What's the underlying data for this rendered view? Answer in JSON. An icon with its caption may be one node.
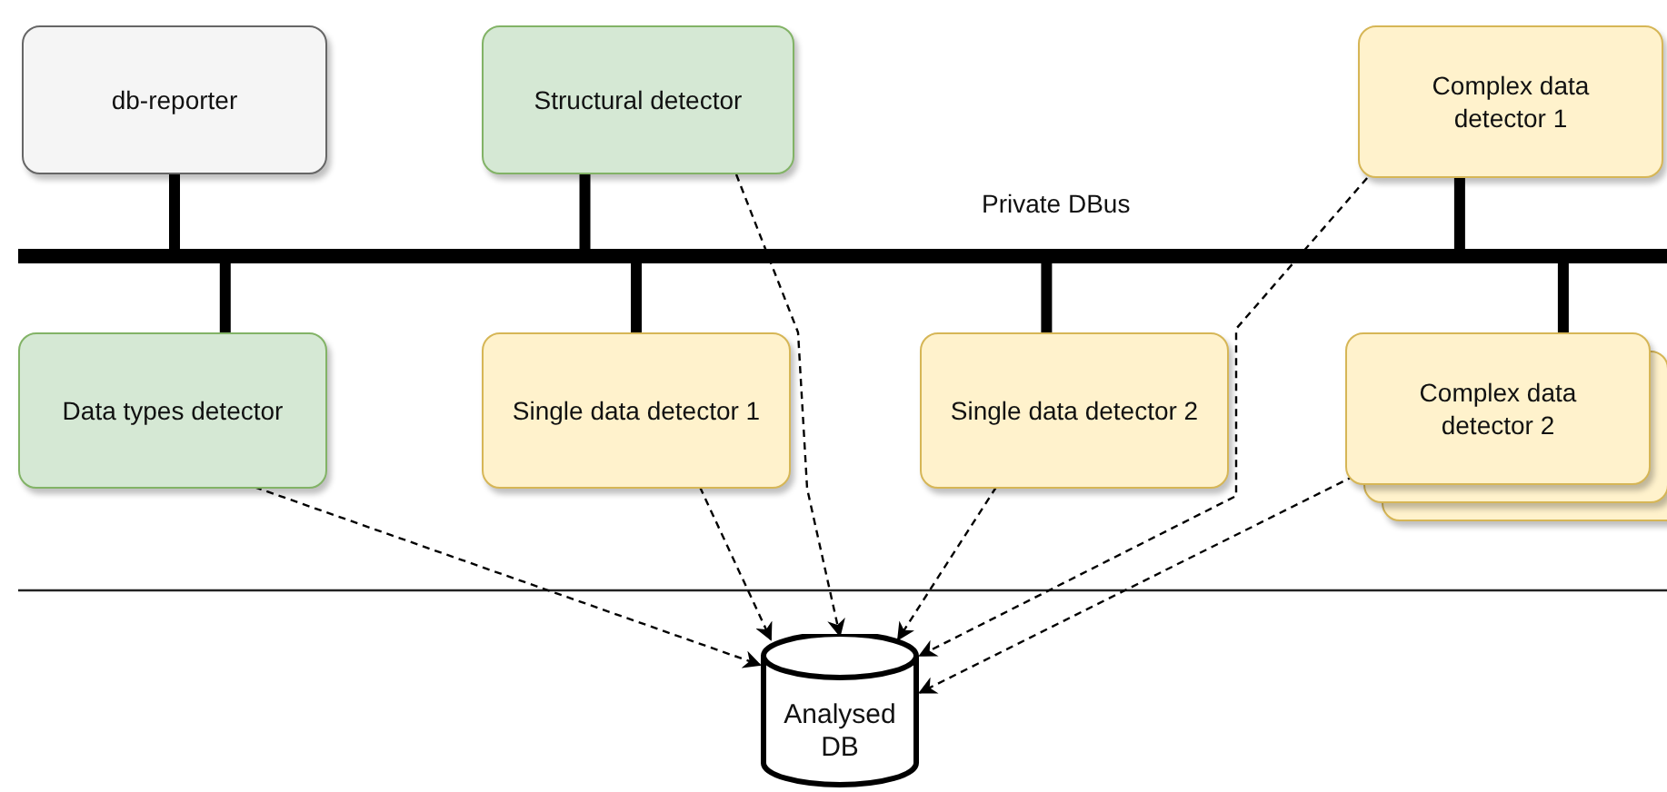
{
  "diagram": {
    "nodes": [
      {
        "text": [
          "db-reporter"
        ]
      },
      {
        "text": [
          "Structural detector"
        ]
      },
      {
        "text": [
          "Complex data detector 1"
        ]
      },
      {
        "text": [],
        "shape": "bar",
        "beside": [
          "Private DBus"
        ]
      },
      {
        "text": [
          "Data types detector"
        ]
      },
      {
        "text": [
          "Single data detector 1"
        ]
      },
      {
        "text": [
          "Single data detector 2"
        ]
      },
      {
        "text": [
          "Complex data detector 2"
        ]
      },
      {
        "text": [
          "Analysed DB"
        ]
      }
    ],
    "edges": [
      {
        "from": 0,
        "to": 3,
        "arrow": "none"
      },
      {
        "from": 1,
        "to": 3,
        "arrow": "none"
      },
      {
        "from": 2,
        "to": 3,
        "arrow": "none"
      },
      {
        "from": 4,
        "to": 3,
        "arrow": "none"
      },
      {
        "from": 5,
        "to": 3,
        "arrow": "none"
      },
      {
        "from": 6,
        "to": 3,
        "arrow": "none"
      },
      {
        "from": 7,
        "to": 3,
        "arrow": "none"
      },
      {
        "from": 4,
        "to": 8,
        "arrow": "to",
        "style": "dashed"
      },
      {
        "from": 5,
        "to": 8,
        "arrow": "to",
        "style": "dashed"
      },
      {
        "from": 1,
        "to": 8,
        "arrow": "to",
        "style": "dashed"
      },
      {
        "from": 6,
        "to": 8,
        "arrow": "to",
        "style": "dashed"
      },
      {
        "from": 2,
        "to": 8,
        "arrow": "to",
        "style": "dashed"
      },
      {
        "from": 7,
        "to": 8,
        "arrow": "to",
        "style": "dashed"
      }
    ]
  }
}
